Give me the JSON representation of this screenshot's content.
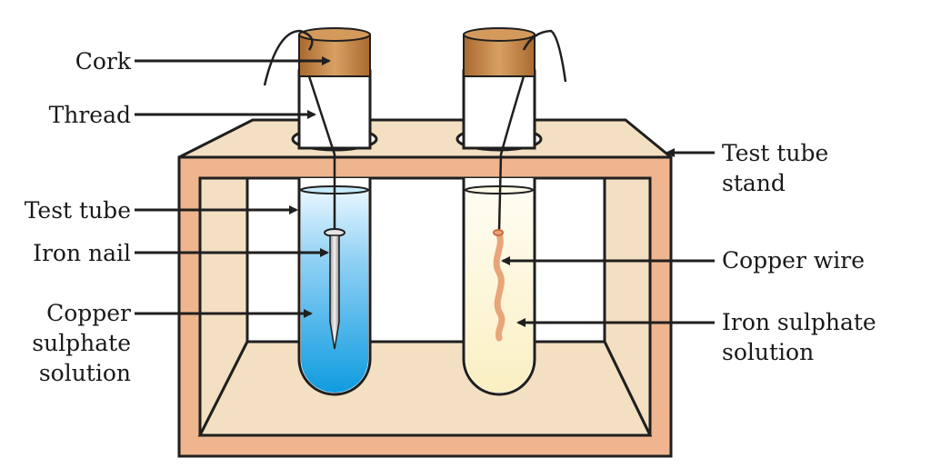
{
  "labels": {
    "cork": "Cork",
    "thread": "Thread",
    "test_tube": "Test tube",
    "iron_nail": "Iron nail",
    "copper_sulphate_solution": [
      "Copper",
      "sulphate",
      "solution"
    ],
    "test_tube_stand": [
      "Test tube",
      "stand"
    ],
    "copper_wire": "Copper wire",
    "iron_sulphate_solution": [
      "Iron sulphate",
      "solution"
    ]
  },
  "colors": {
    "stand_frame": "#eeb58f",
    "stand_top": "#f3dfc1",
    "outline": "#1f1f1f",
    "cork": "#c8874a",
    "copper_sulphate": "#18a5e6",
    "iron_sulphate": "#fbf2c9",
    "copper_wire": "#e9a57a",
    "iron_nail": "#c8c8c8"
  }
}
